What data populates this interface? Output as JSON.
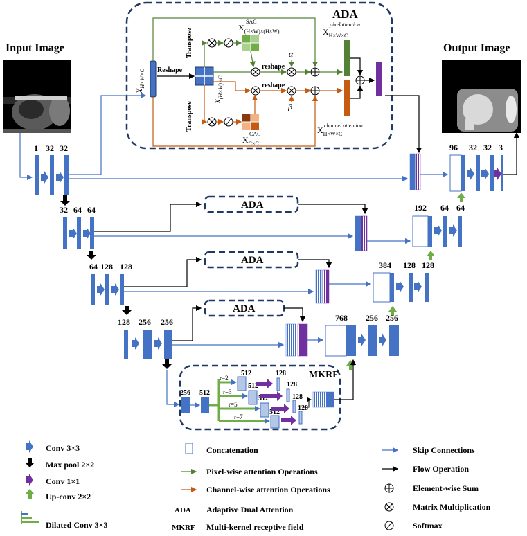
{
  "titles": {
    "input_image": "Input Image",
    "output_image": "Output Image",
    "ada": "ADA",
    "mkrf": "MKRF"
  },
  "ada_block": {
    "reshape_left": "Reshape",
    "transpose_top": "Transpose",
    "transpose_bottom": "Transpose",
    "reshape_mid": "reshape",
    "reshape_low": "reshape",
    "alpha": "α",
    "beta": "β",
    "x_input": "X",
    "x_input_sub": "H×W×C",
    "x_mid": "X",
    "x_mid_sub": "(H×W)×C",
    "x_sac": "X",
    "x_sac_sup": "SAC",
    "x_sac_sub": "(H×W)×(H×W)",
    "x_cac": "X",
    "x_cac_sup": "CAC",
    "x_cac_sub": "C×C",
    "x_pixel": "X",
    "x_pixel_sup": "pixelattention",
    "x_pixel_sub": "H×W×C",
    "x_channel": "X",
    "x_channel_sup": "channel.attention",
    "x_channel_sub": "H×W×C"
  },
  "channels": {
    "enc1": [
      "1",
      "32",
      "32"
    ],
    "enc2": [
      "32",
      "64",
      "64"
    ],
    "enc3": [
      "64",
      "128",
      "128"
    ],
    "enc4": [
      "128",
      "256",
      "256"
    ],
    "dec1": [
      "96",
      "32",
      "32",
      "3"
    ],
    "dec2": [
      "192",
      "64",
      "64"
    ],
    "dec3": [
      "384",
      "128",
      "128"
    ],
    "dec4": [
      "768",
      "256",
      "256"
    ]
  },
  "mkrf": {
    "in": "256",
    "c512": "512",
    "r": [
      "r=2",
      "r=3",
      "r=5",
      "r=7"
    ],
    "b512": [
      "512",
      "512",
      "512",
      "512"
    ],
    "b128": [
      "128",
      "128",
      "128",
      "128"
    ]
  },
  "ada_labels": [
    "ADA",
    "ADA",
    "ADA"
  ],
  "legend": {
    "conv3": "Conv 3×3",
    "maxpool": "Max pool 2×2",
    "conv1": "Conv 1×1",
    "upconv": "Up-conv  2×2",
    "dilated": "Dilated Conv 3×3",
    "concat": "Concatenation",
    "pixel": "Pixel-wise attention Operations",
    "channel": "Channel-wise attention Operations",
    "ada_abbr": "ADA",
    "ada_full": "Adaptive Dual Attention",
    "mkrf_abbr": "MKRF",
    "mkrf_full": "Multi-kernel receptive field",
    "skip": "Skip Connections",
    "flow": "Flow Operation",
    "sum": "Element-wise Sum",
    "matmul": "Matrix Multiplication",
    "softmax": "Softmax"
  },
  "colors": {
    "blue": "#4472c4",
    "purple": "#7030a0",
    "green": "#70ad47",
    "dark_green": "#548235",
    "orange": "#c55a11",
    "navy": "#1f3864"
  }
}
